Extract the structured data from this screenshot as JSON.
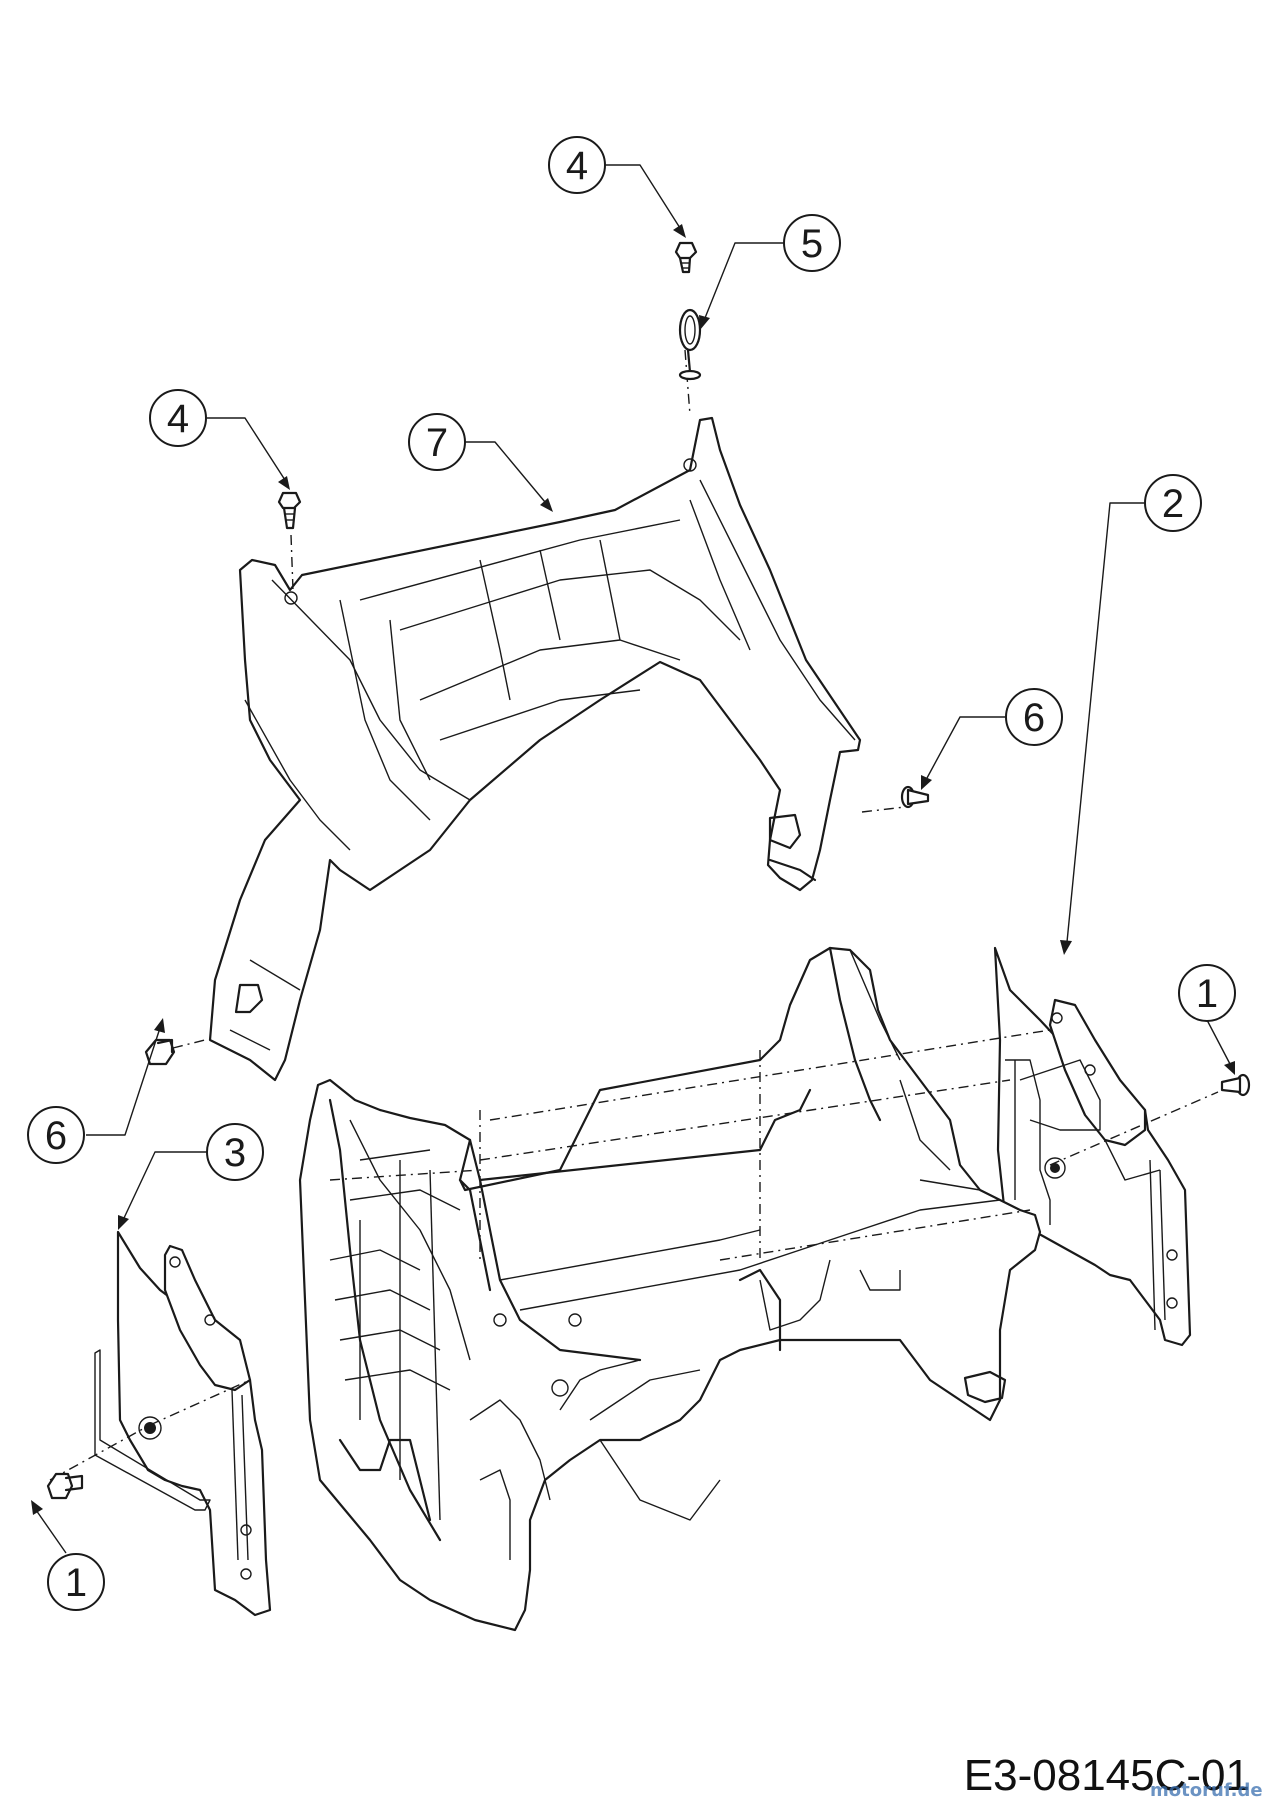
{
  "callouts": [
    {
      "id": "4a",
      "label": "4"
    },
    {
      "id": "5",
      "label": "5"
    },
    {
      "id": "4b",
      "label": "4"
    },
    {
      "id": "7",
      "label": "7"
    },
    {
      "id": "6a",
      "label": "6"
    },
    {
      "id": "2",
      "label": "2"
    },
    {
      "id": "1a",
      "label": "1"
    },
    {
      "id": "6b",
      "label": "6"
    },
    {
      "id": "3",
      "label": "3"
    },
    {
      "id": "1b",
      "label": "1"
    }
  ],
  "drawing_code": "E3-08145C-01",
  "watermark": "motoruf.de"
}
